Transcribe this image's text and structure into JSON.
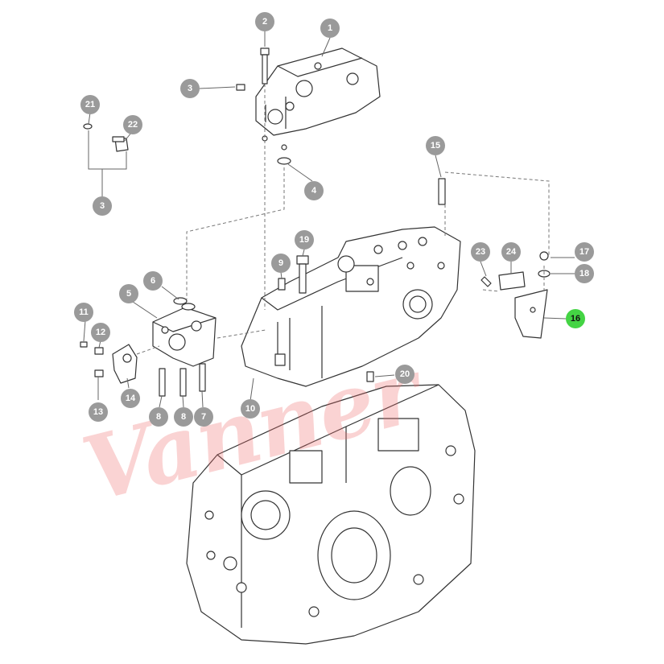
{
  "diagram": {
    "watermark_text": "Vanner",
    "highlight_color": "#44d444",
    "callout_color": "#9a9a9a",
    "callouts": [
      {
        "id": "c1",
        "label": "1",
        "highlight": false
      },
      {
        "id": "c2",
        "label": "2",
        "highlight": false
      },
      {
        "id": "c3a",
        "label": "3",
        "highlight": false
      },
      {
        "id": "c4",
        "label": "4",
        "highlight": false
      },
      {
        "id": "c21",
        "label": "21",
        "highlight": false
      },
      {
        "id": "c22",
        "label": "22",
        "highlight": false
      },
      {
        "id": "c3b",
        "label": "3",
        "highlight": false
      },
      {
        "id": "c15",
        "label": "15",
        "highlight": false
      },
      {
        "id": "c19",
        "label": "19",
        "highlight": false
      },
      {
        "id": "c9",
        "label": "9",
        "highlight": false
      },
      {
        "id": "c23",
        "label": "23",
        "highlight": false
      },
      {
        "id": "c24",
        "label": "24",
        "highlight": false
      },
      {
        "id": "c17",
        "label": "17",
        "highlight": false
      },
      {
        "id": "c18",
        "label": "18",
        "highlight": false
      },
      {
        "id": "c16",
        "label": "16",
        "highlight": true
      },
      {
        "id": "c5",
        "label": "5",
        "highlight": false
      },
      {
        "id": "c6",
        "label": "6",
        "highlight": false
      },
      {
        "id": "c11",
        "label": "11",
        "highlight": false
      },
      {
        "id": "c12",
        "label": "12",
        "highlight": false
      },
      {
        "id": "c13",
        "label": "13",
        "highlight": false
      },
      {
        "id": "c14",
        "label": "14",
        "highlight": false
      },
      {
        "id": "c8a",
        "label": "8",
        "highlight": false
      },
      {
        "id": "c8b",
        "label": "8",
        "highlight": false
      },
      {
        "id": "c7",
        "label": "7",
        "highlight": false
      },
      {
        "id": "c10",
        "label": "10",
        "highlight": false
      },
      {
        "id": "c20",
        "label": "20",
        "highlight": false
      }
    ]
  }
}
